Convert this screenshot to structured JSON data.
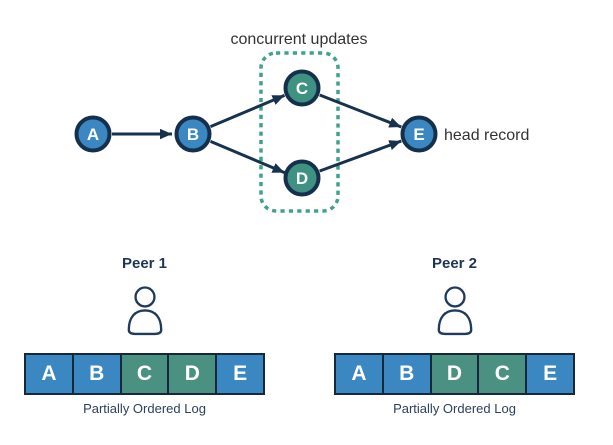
{
  "colors": {
    "navy": "#16324f",
    "record_fill": "#3b87c1",
    "concurrent_fill": "#3f9282",
    "record_cell": "#3b87c1",
    "concurrent_cell": "#4a9181",
    "dashed_outline": "#3fa18e",
    "label_text": "#333333",
    "navy_text": "#2d3f5f"
  },
  "diagram": {
    "title": "concurrent updates",
    "head_record_label": "head record",
    "nodes": [
      {
        "id": "A",
        "label": "A",
        "type": "record"
      },
      {
        "id": "B",
        "label": "B",
        "type": "record"
      },
      {
        "id": "C",
        "label": "C",
        "type": "concurrent"
      },
      {
        "id": "D",
        "label": "D",
        "type": "concurrent"
      },
      {
        "id": "E",
        "label": "E",
        "type": "record"
      }
    ],
    "edges": [
      [
        "A",
        "B"
      ],
      [
        "B",
        "C"
      ],
      [
        "B",
        "D"
      ],
      [
        "C",
        "E"
      ],
      [
        "D",
        "E"
      ]
    ]
  },
  "peers": [
    {
      "name": "Peer 1",
      "caption": "Partially Ordered Log",
      "log": [
        {
          "label": "A",
          "type": "record"
        },
        {
          "label": "B",
          "type": "record"
        },
        {
          "label": "C",
          "type": "concurrent"
        },
        {
          "label": "D",
          "type": "concurrent"
        },
        {
          "label": "E",
          "type": "record"
        }
      ]
    },
    {
      "name": "Peer 2",
      "caption": "Partially Ordered Log",
      "log": [
        {
          "label": "A",
          "type": "record"
        },
        {
          "label": "B",
          "type": "record"
        },
        {
          "label": "D",
          "type": "concurrent"
        },
        {
          "label": "C",
          "type": "concurrent"
        },
        {
          "label": "E",
          "type": "record"
        }
      ]
    }
  ]
}
